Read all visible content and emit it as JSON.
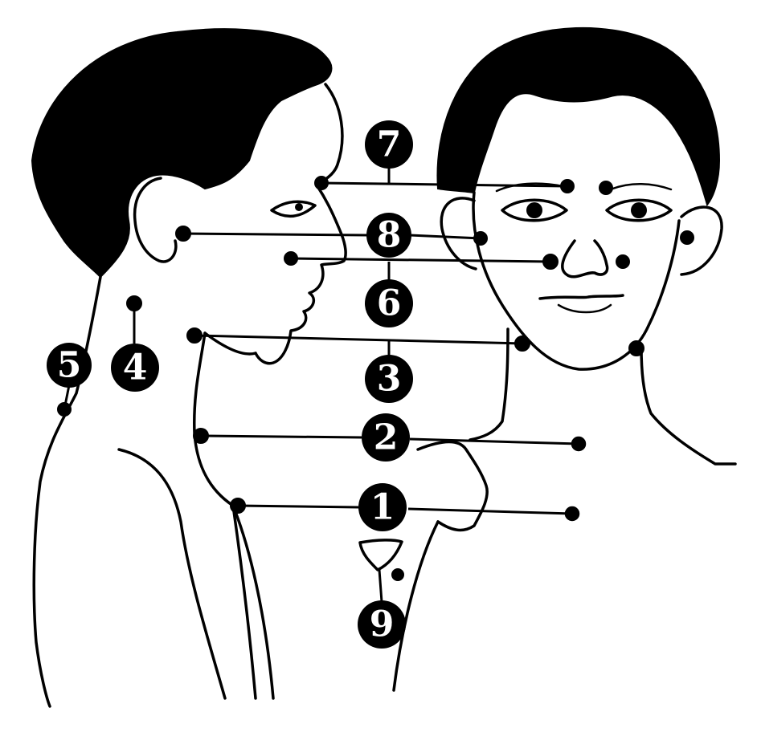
{
  "badges": [
    {
      "id": "7",
      "label": "7"
    },
    {
      "id": "8",
      "label": "8"
    },
    {
      "id": "6",
      "label": "6"
    },
    {
      "id": "3",
      "label": "3"
    },
    {
      "id": "2",
      "label": "2"
    },
    {
      "id": "1",
      "label": "1"
    },
    {
      "id": "9",
      "label": "9"
    },
    {
      "id": "4",
      "label": "4"
    },
    {
      "id": "5",
      "label": "5"
    }
  ],
  "colors": {
    "ink": "#000000",
    "paper": "#ffffff"
  }
}
